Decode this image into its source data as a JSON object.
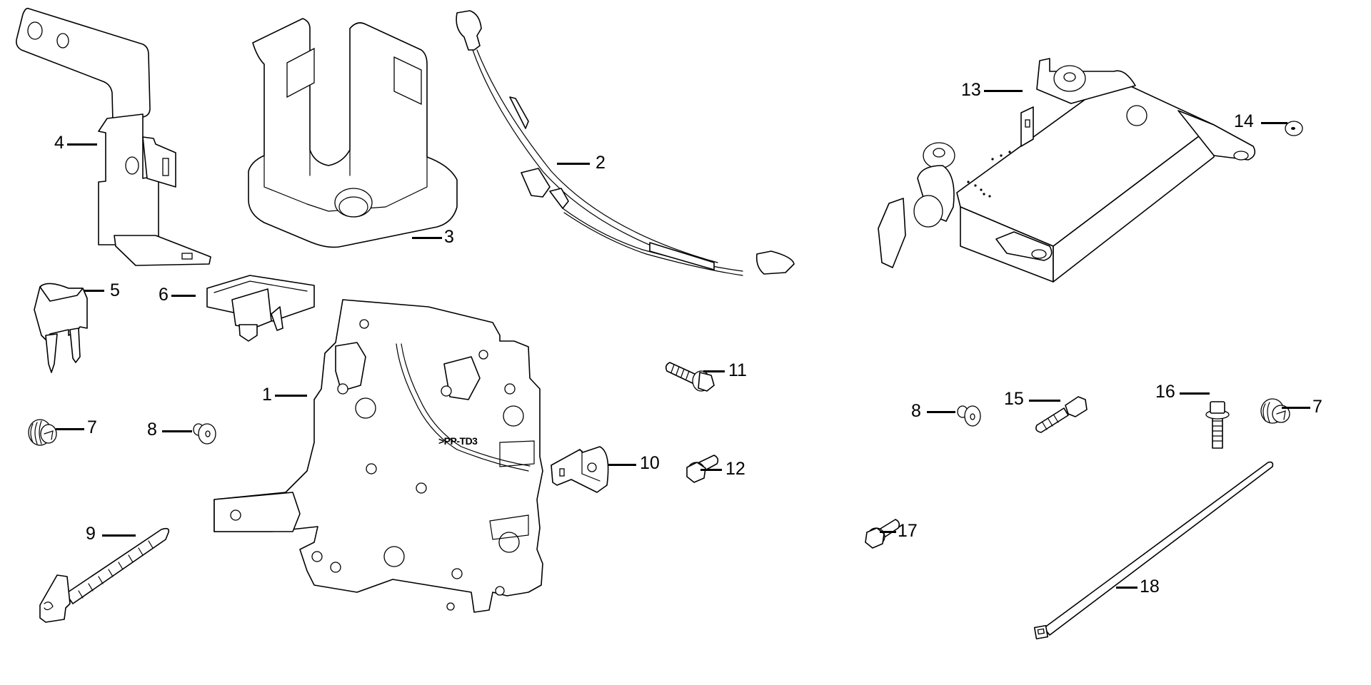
{
  "diagram": {
    "type": "exploded-parts-diagram",
    "callouts": [
      {
        "id": "c1",
        "number": "1",
        "part": "main-bracket-housing"
      },
      {
        "id": "c2",
        "number": "2",
        "part": "wire-harness"
      },
      {
        "id": "c3",
        "number": "3",
        "part": "u-bracket"
      },
      {
        "id": "c4",
        "number": "4",
        "part": "mounting-bracket"
      },
      {
        "id": "c5",
        "number": "5",
        "part": "mini-fuse"
      },
      {
        "id": "c6",
        "number": "6",
        "part": "connector-clip"
      },
      {
        "id": "c7a",
        "number": "7",
        "part": "grommet-nut-left"
      },
      {
        "id": "c8a",
        "number": "8",
        "part": "pin-rivet-left"
      },
      {
        "id": "c9",
        "number": "9",
        "part": "harness-clip-tie"
      },
      {
        "id": "c10",
        "number": "10",
        "part": "ground-terminal-bracket"
      },
      {
        "id": "c11",
        "number": "11",
        "part": "flange-bolt"
      },
      {
        "id": "c12",
        "number": "12",
        "part": "short-flange-bolt"
      },
      {
        "id": "c13",
        "number": "13",
        "part": "junction-box-assembly"
      },
      {
        "id": "c14",
        "number": "14",
        "part": "washer"
      },
      {
        "id": "c8b",
        "number": "8",
        "part": "pin-rivet-right"
      },
      {
        "id": "c15",
        "number": "15",
        "part": "bolt"
      },
      {
        "id": "c16",
        "number": "16",
        "part": "long-flange-bolt"
      },
      {
        "id": "c7b",
        "number": "7",
        "part": "grommet-nut-right"
      },
      {
        "id": "c17",
        "number": "17",
        "part": "stud-bolt"
      },
      {
        "id": "c18",
        "number": "18",
        "part": "cable-tie"
      }
    ],
    "stamp_text": ">PP-TD3"
  }
}
